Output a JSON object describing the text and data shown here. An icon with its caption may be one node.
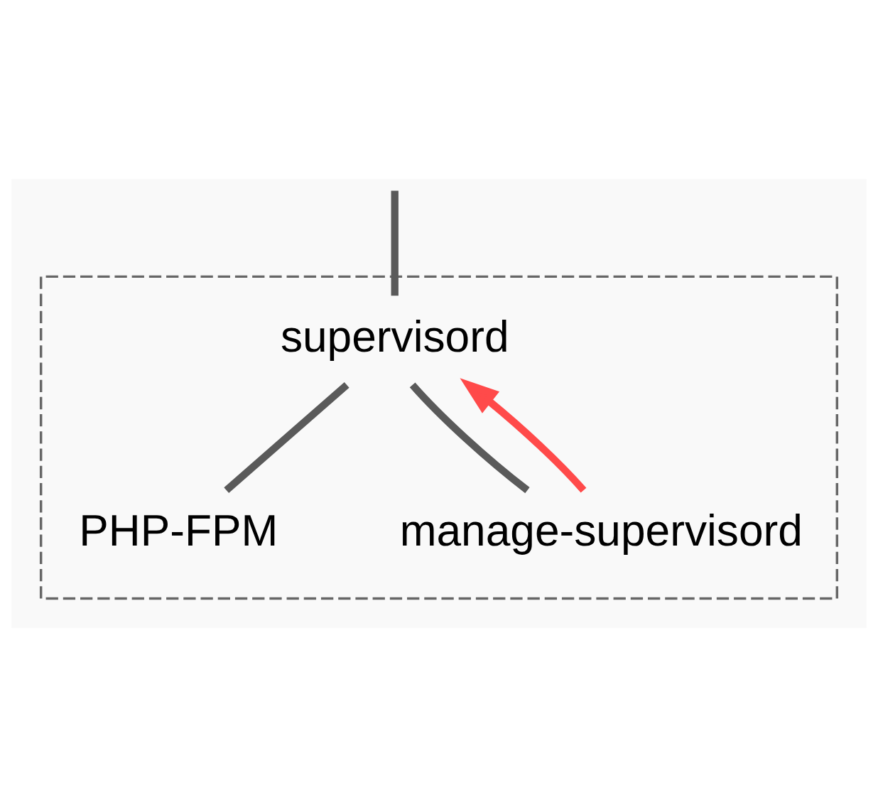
{
  "diagram": {
    "nodes": [
      {
        "text": [],
        "shape": "box"
      },
      {
        "text": [
          "supervisord"
        ],
        "in": 0
      },
      {
        "text": [
          "PHP-FPM"
        ],
        "in": 0
      },
      {
        "text": [
          "manage-supervisord"
        ],
        "in": 0
      }
    ],
    "edges": [
      {
        "from": null,
        "to": 1,
        "arrow": "none"
      },
      {
        "from": 1,
        "to": 2,
        "arrow": "none"
      },
      {
        "from": 1,
        "to": 3,
        "arrow": "none"
      },
      {
        "from": 3,
        "to": 1,
        "arrow": "to",
        "color": "#ff4a4a"
      }
    ]
  }
}
